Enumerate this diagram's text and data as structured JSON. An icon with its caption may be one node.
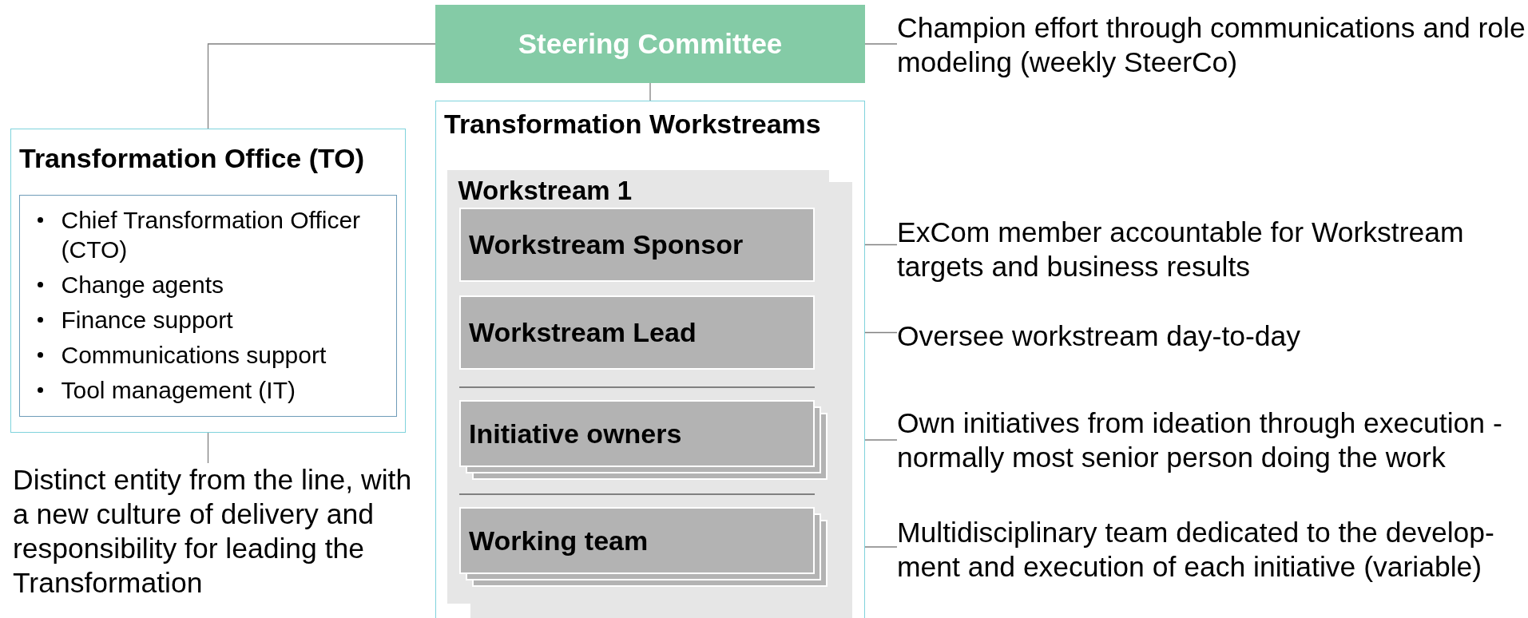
{
  "diagram": {
    "nodes": [
      {
        "text": [
          "Steering Committee"
        ]
      },
      {
        "text": [
          "Transformation Office (TO)"
        ]
      },
      {
        "text": [
          "Chief Transformation Officer (CTO)",
          "Change agents",
          "Finance support",
          "Communications support",
          "Tool management (IT)"
        ],
        "in": 1
      },
      {
        "text": [
          "Distinct entity from the line, with a new culture of delivery and responsibility for leading the Transformation"
        ]
      },
      {
        "text": [
          "Transformation Workstreams"
        ]
      },
      {
        "text": [
          "Workstream 1"
        ],
        "in": 4
      },
      {
        "text": [
          "Workstream Sponsor"
        ],
        "in": 5
      },
      {
        "text": [
          "Workstream Lead"
        ],
        "in": 5
      },
      {
        "text": [
          "Initiative owners"
        ],
        "in": 5
      },
      {
        "text": [
          "Working team"
        ],
        "in": 5
      },
      {
        "text": [
          "Champion effort through communications and role modeling (weekly SteerCo)"
        ]
      },
      {
        "text": [
          "ExCom member accountable for Workstream targets and business results"
        ]
      },
      {
        "text": [
          "Oversee workstream day-to-day"
        ]
      },
      {
        "text": [
          "Own initiatives from ideation through execution - normally most senior person doing the work"
        ]
      },
      {
        "text": [
          "Multidisciplinary team dedicated to the develop-ment and execution of each initiative (variable)"
        ]
      }
    ],
    "edges": [
      {
        "from": 0,
        "to": 1,
        "arrow": "none"
      },
      {
        "from": 0,
        "to": 4,
        "arrow": "none"
      },
      {
        "from": 1,
        "to": 3,
        "arrow": "none"
      },
      {
        "from": 0,
        "to": 10,
        "arrow": "none"
      },
      {
        "from": 6,
        "to": 11,
        "arrow": "none"
      },
      {
        "from": 7,
        "to": 12,
        "arrow": "none"
      },
      {
        "from": 8,
        "to": 13,
        "arrow": "none"
      },
      {
        "from": 9,
        "to": 14,
        "arrow": "none"
      }
    ]
  }
}
